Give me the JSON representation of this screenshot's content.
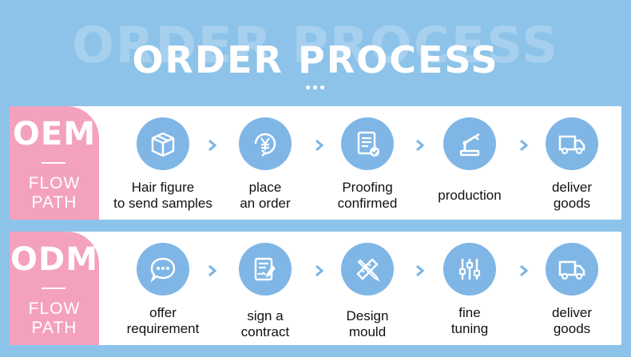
{
  "header": {
    "shadow_title": "ORDER PROCESS",
    "title": "ORDER PROCESS"
  },
  "colors": {
    "background": "#8dc3e9",
    "label_pink": "#f4a1be",
    "icon_blue": "#7fb6e6",
    "arrow_blue": "#79b4e3"
  },
  "oem": {
    "code": "OEM",
    "sub": "FLOW\nPATH",
    "steps": [
      {
        "icon": "box-icon",
        "text": "Hair figure\nto send samples"
      },
      {
        "icon": "yen-cycle-icon",
        "text": "place\nan order"
      },
      {
        "icon": "document-check-icon",
        "text": "Proofing\nconfirmed"
      },
      {
        "icon": "robot-arm-icon",
        "text": "production"
      },
      {
        "icon": "truck-icon",
        "text": "deliver\ngoods"
      }
    ]
  },
  "odm": {
    "code": "ODM",
    "sub": "FLOW\nPATH",
    "steps": [
      {
        "icon": "chat-bubble-icon",
        "text": "offer\nrequirement"
      },
      {
        "icon": "sign-contract-icon",
        "text": "sign a\ncontract"
      },
      {
        "icon": "ruler-pencil-icon",
        "text": "Design\nmould"
      },
      {
        "icon": "sliders-icon",
        "text": "fine\ntuning"
      },
      {
        "icon": "truck-icon",
        "text": "deliver\ngoods"
      }
    ]
  }
}
